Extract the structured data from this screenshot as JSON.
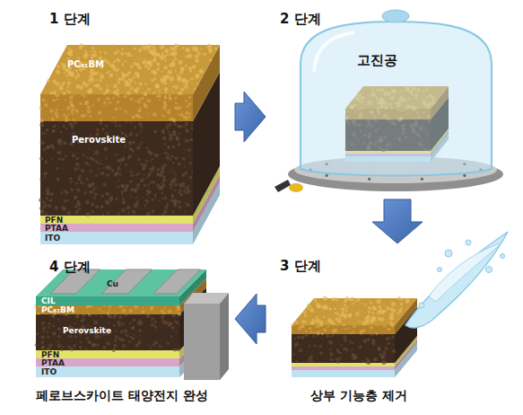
{
  "diagram": {
    "nodes": [
      {
        "text": [
          "1 단계"
        ]
      },
      {
        "text": [
          "2 단계",
          "고진공"
        ]
      },
      {
        "text": [
          "3 단계",
          "상부 기능층 제거"
        ]
      },
      {
        "text": [
          "4 단계",
          "페로브스카이트 태양전지 완성"
        ]
      }
    ],
    "edges": [
      {
        "from": 0,
        "to": 1,
        "arrow": "to"
      },
      {
        "from": 1,
        "to": 2,
        "arrow": "to"
      },
      {
        "from": 2,
        "to": 3,
        "arrow": "to"
      }
    ],
    "labels": [
      "PC₆₁BM",
      "Perovskite",
      "PFN",
      "PTAA",
      "ITO",
      "Cu",
      "CIL",
      "PC₆₁BM",
      "Perovskite",
      "PFN",
      "PTAA",
      "ITO"
    ]
  }
}
